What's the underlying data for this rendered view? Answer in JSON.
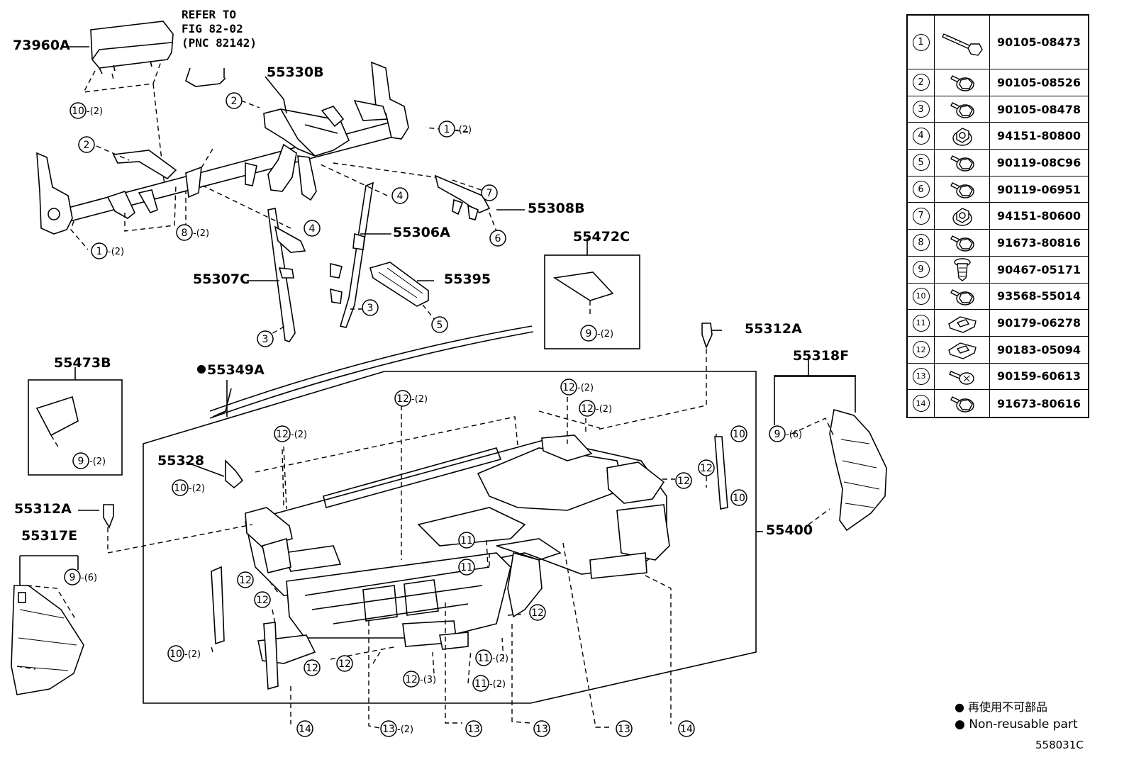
{
  "refer_note": [
    "REFER TO",
    "FIG 82-02",
    "(PNC 82142)"
  ],
  "part_numbers": {
    "p73960A": "73960A",
    "p55330B": "55330B",
    "p55308B": "55308B",
    "p55306A": "55306A",
    "p55307C": "55307C",
    "p55395": "55395",
    "p55472C": "55472C",
    "p55473B": "55473B",
    "p55349A": "55349A",
    "p55312A_top": "55312A",
    "p55312A_left": "55312A",
    "p55318F": "55318F",
    "p55328": "55328",
    "p55317E": "55317E",
    "p55400": "55400"
  },
  "callouts": [
    {
      "n": "1",
      "q": "-(2)"
    },
    {
      "n": "1",
      "q": "-(2)"
    },
    {
      "n": "2",
      "q": ""
    },
    {
      "n": "2",
      "q": ""
    },
    {
      "n": "3",
      "q": ""
    },
    {
      "n": "3",
      "q": ""
    },
    {
      "n": "4",
      "q": ""
    },
    {
      "n": "4",
      "q": ""
    },
    {
      "n": "5",
      "q": ""
    },
    {
      "n": "6",
      "q": ""
    },
    {
      "n": "7",
      "q": ""
    },
    {
      "n": "8",
      "q": "-(2)"
    },
    {
      "n": "9",
      "q": "-(2)"
    },
    {
      "n": "9",
      "q": "-(2)"
    },
    {
      "n": "9",
      "q": "-(6)"
    },
    {
      "n": "9",
      "q": "-(6)"
    },
    {
      "n": "10",
      "q": "-(2)"
    },
    {
      "n": "10",
      "q": "-(2)"
    },
    {
      "n": "10",
      "q": "-(2)"
    },
    {
      "n": "10",
      "q": ""
    },
    {
      "n": "10",
      "q": ""
    },
    {
      "n": "11",
      "q": ""
    },
    {
      "n": "11",
      "q": ""
    },
    {
      "n": "11",
      "q": "-(2)"
    },
    {
      "n": "11",
      "q": "-(2)"
    },
    {
      "n": "12",
      "q": "-(2)"
    },
    {
      "n": "12",
      "q": "-(2)"
    },
    {
      "n": "12",
      "q": "-(2)"
    },
    {
      "n": "12",
      "q": "-(2)"
    },
    {
      "n": "12",
      "q": ""
    },
    {
      "n": "12",
      "q": ""
    },
    {
      "n": "12",
      "q": ""
    },
    {
      "n": "12",
      "q": ""
    },
    {
      "n": "12",
      "q": ""
    },
    {
      "n": "12",
      "q": ""
    },
    {
      "n": "12",
      "q": ""
    },
    {
      "n": "12",
      "q": "-(3)"
    },
    {
      "n": "13",
      "q": "-(2)"
    },
    {
      "n": "13",
      "q": ""
    },
    {
      "n": "13",
      "q": ""
    },
    {
      "n": "13",
      "q": ""
    },
    {
      "n": "14",
      "q": ""
    },
    {
      "n": "14",
      "q": ""
    }
  ],
  "fastener_table": [
    {
      "no": "1",
      "part": "90105-08473",
      "icon": "long-bolt-icon"
    },
    {
      "no": "2",
      "part": "90105-08526",
      "icon": "flange-bolt-icon"
    },
    {
      "no": "3",
      "part": "90105-08478",
      "icon": "flange-bolt-icon"
    },
    {
      "no": "4",
      "part": "94151-80800",
      "icon": "flange-nut-icon"
    },
    {
      "no": "5",
      "part": "90119-08C96",
      "icon": "flange-bolt-icon"
    },
    {
      "no": "6",
      "part": "90119-06951",
      "icon": "flange-bolt-icon"
    },
    {
      "no": "7",
      "part": "94151-80600",
      "icon": "flange-nut-icon"
    },
    {
      "no": "8",
      "part": "91673-80816",
      "icon": "flange-bolt-icon"
    },
    {
      "no": "9",
      "part": "90467-05171",
      "icon": "clip-icon"
    },
    {
      "no": "10",
      "part": "93568-55014",
      "icon": "flange-bolt-icon"
    },
    {
      "no": "11",
      "part": "90179-06278",
      "icon": "speed-nut-icon"
    },
    {
      "no": "12",
      "part": "90183-05094",
      "icon": "speed-nut-icon"
    },
    {
      "no": "13",
      "part": "90159-60613",
      "icon": "screw-icon"
    },
    {
      "no": "14",
      "part": "91673-80616",
      "icon": "flange-bolt-icon"
    }
  ],
  "legend": {
    "cn": "● 再使用不可部品",
    "en": "● Non-reusable part"
  },
  "figure_code": "558031C"
}
